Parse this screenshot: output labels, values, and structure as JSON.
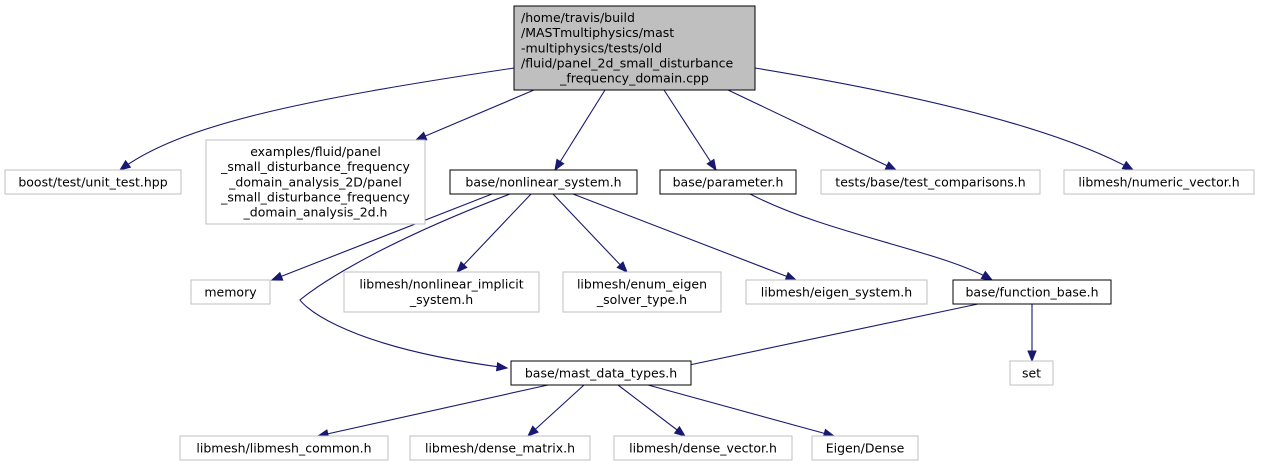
{
  "colors": {
    "edge": "#191970",
    "root_fill": "#bfbfbf",
    "local_border": "#000000",
    "external_border": "#bfbfbf",
    "background": "#ffffff"
  },
  "nodes": {
    "root": {
      "lines": [
        "/home/travis/build",
        "/MASTmultiphysics/mast",
        "-multiphysics/tests/old",
        "/fluid/panel_2d_small_disturbance",
        "_frequency_domain.cpp"
      ]
    },
    "boost_unit_test": {
      "lines": [
        "boost/test/unit_test.hpp"
      ]
    },
    "examples_panel_header": {
      "lines": [
        "examples/fluid/panel",
        "_small_disturbance_frequency",
        "_domain_analysis_2D/panel",
        "_small_disturbance_frequency",
        "_domain_analysis_2d.h"
      ]
    },
    "nonlinear_system": {
      "lines": [
        "base/nonlinear_system.h"
      ]
    },
    "parameter": {
      "lines": [
        "base/parameter.h"
      ]
    },
    "test_comparisons": {
      "lines": [
        "tests/base/test_comparisons.h"
      ]
    },
    "numeric_vector": {
      "lines": [
        "libmesh/numeric_vector.h"
      ]
    },
    "memory": {
      "lines": [
        "memory"
      ]
    },
    "nonlinear_implicit_system": {
      "lines": [
        "libmesh/nonlinear_implicit",
        "_system.h"
      ]
    },
    "enum_eigen_solver_type": {
      "lines": [
        "libmesh/enum_eigen",
        "_solver_type.h"
      ]
    },
    "eigen_system": {
      "lines": [
        "libmesh/eigen_system.h"
      ]
    },
    "function_base": {
      "lines": [
        "base/function_base.h"
      ]
    },
    "set": {
      "lines": [
        "set"
      ]
    },
    "mast_data_types": {
      "lines": [
        "base/mast_data_types.h"
      ]
    },
    "libmesh_common": {
      "lines": [
        "libmesh/libmesh_common.h"
      ]
    },
    "dense_matrix": {
      "lines": [
        "libmesh/dense_matrix.h"
      ]
    },
    "dense_vector": {
      "lines": [
        "libmesh/dense_vector.h"
      ]
    },
    "eigen_dense": {
      "lines": [
        "Eigen/Dense"
      ]
    }
  },
  "edges": [
    [
      "root",
      "boost_unit_test"
    ],
    [
      "root",
      "examples_panel_header"
    ],
    [
      "root",
      "nonlinear_system"
    ],
    [
      "root",
      "parameter"
    ],
    [
      "root",
      "test_comparisons"
    ],
    [
      "root",
      "numeric_vector"
    ],
    [
      "nonlinear_system",
      "memory"
    ],
    [
      "nonlinear_system",
      "nonlinear_implicit_system"
    ],
    [
      "nonlinear_system",
      "enum_eigen_solver_type"
    ],
    [
      "nonlinear_system",
      "eigen_system"
    ],
    [
      "nonlinear_system",
      "mast_data_types"
    ],
    [
      "parameter",
      "function_base"
    ],
    [
      "function_base",
      "mast_data_types"
    ],
    [
      "function_base",
      "set"
    ],
    [
      "mast_data_types",
      "libmesh_common"
    ],
    [
      "mast_data_types",
      "dense_matrix"
    ],
    [
      "mast_data_types",
      "dense_vector"
    ],
    [
      "mast_data_types",
      "eigen_dense"
    ]
  ]
}
